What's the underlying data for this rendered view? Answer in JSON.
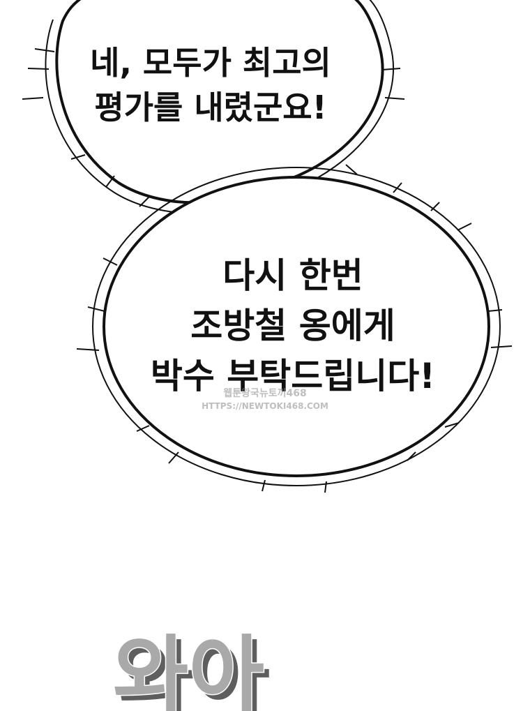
{
  "bubbles": [
    {
      "lines": [
        "네, 모두가 최고의",
        "평가를 내렸군요!"
      ]
    },
    {
      "lines": [
        "다시 한번",
        "조방철 옹에게",
        "박수 부탁드립니다!"
      ]
    }
  ],
  "sound_effect": {
    "text": "와아",
    "fill_color": "#a9a9a9",
    "shadow_color": "#5e5e5e",
    "outline_color": "#ffffff"
  },
  "watermark": {
    "lines": [
      "웹툰왕국뉴토끼468",
      "HTTPS://NEWTOKI468.COM"
    ]
  },
  "colors": {
    "background": "#ffffff",
    "ink": "#111111"
  }
}
